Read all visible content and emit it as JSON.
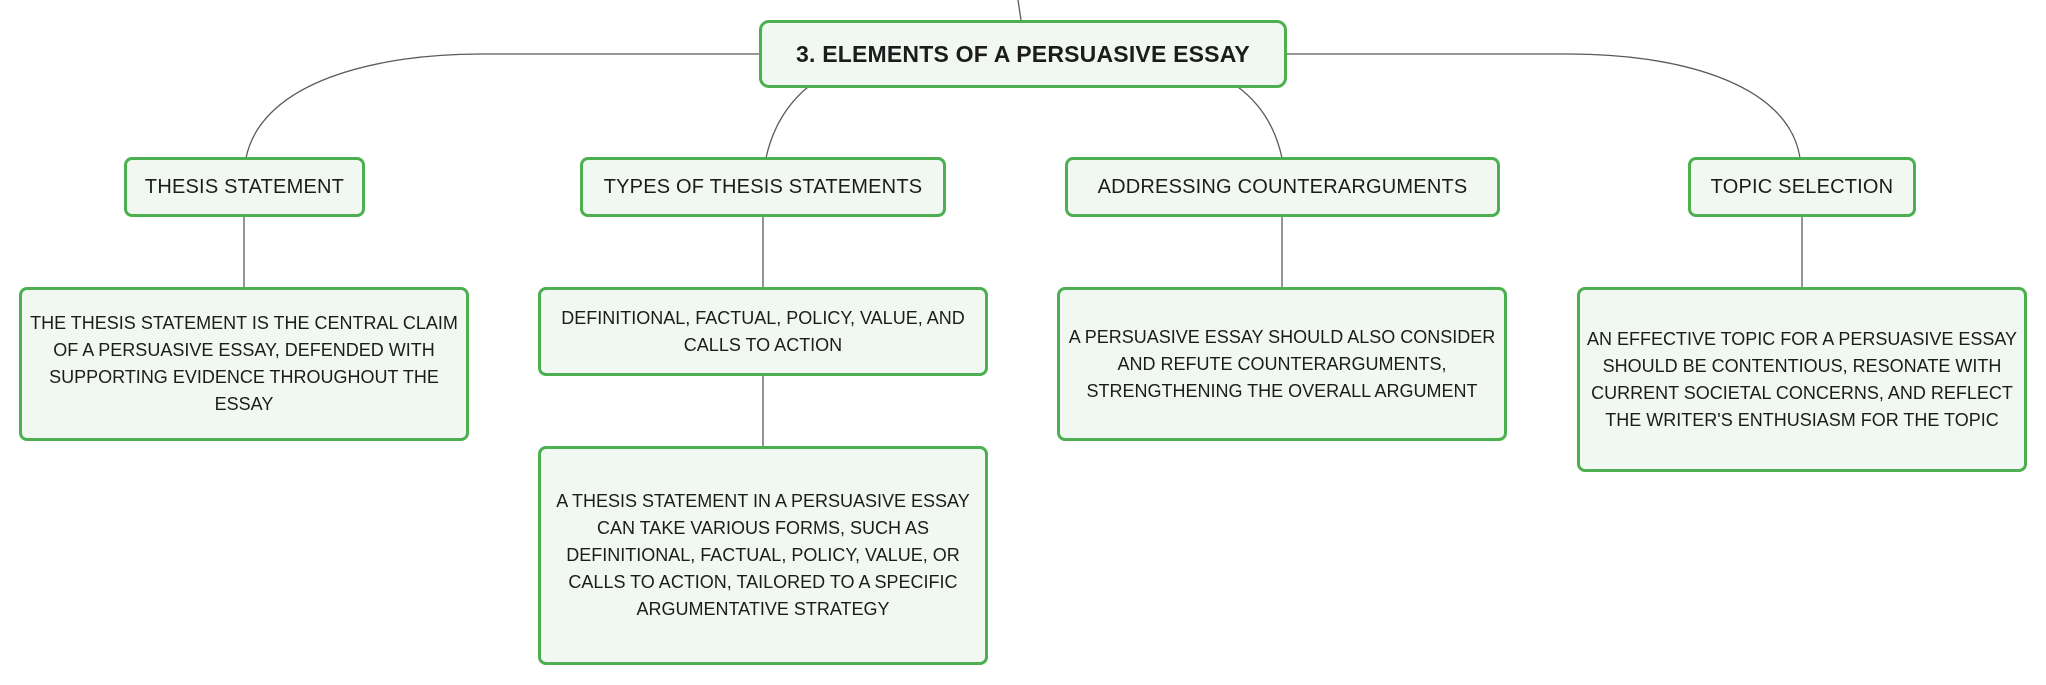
{
  "root": {
    "title": "3. ELEMENTS OF A PERSUASIVE ESSAY"
  },
  "branches": [
    {
      "title": "THESIS STATEMENT",
      "details": [
        "THE THESIS STATEMENT IS THE CENTRAL CLAIM OF A PERSUASIVE ESSAY, DEFENDED WITH SUPPORTING EVIDENCE THROUGHOUT THE ESSAY"
      ]
    },
    {
      "title": "TYPES OF THESIS STATEMENTS",
      "details": [
        "DEFINITIONAL, FACTUAL, POLICY, VALUE, AND CALLS TO ACTION",
        "A THESIS STATEMENT IN A PERSUASIVE ESSAY CAN TAKE VARIOUS FORMS, SUCH AS DEFINITIONAL, FACTUAL, POLICY, VALUE, OR CALLS TO ACTION, TAILORED TO A SPECIFIC ARGUMENTATIVE STRATEGY"
      ]
    },
    {
      "title": "ADDRESSING COUNTERARGUMENTS",
      "details": [
        "A PERSUASIVE ESSAY SHOULD ALSO CONSIDER AND REFUTE COUNTERARGUMENTS, STRENGTHENING THE OVERALL ARGUMENT"
      ]
    },
    {
      "title": "TOPIC SELECTION",
      "details": [
        "AN EFFECTIVE TOPIC FOR A PERSUASIVE ESSAY SHOULD BE CONTENTIOUS, RESONATE WITH CURRENT SOCIETAL CONCERNS, AND REFLECT THE WRITER'S ENTHUSIASM FOR THE TOPIC"
      ]
    }
  ]
}
